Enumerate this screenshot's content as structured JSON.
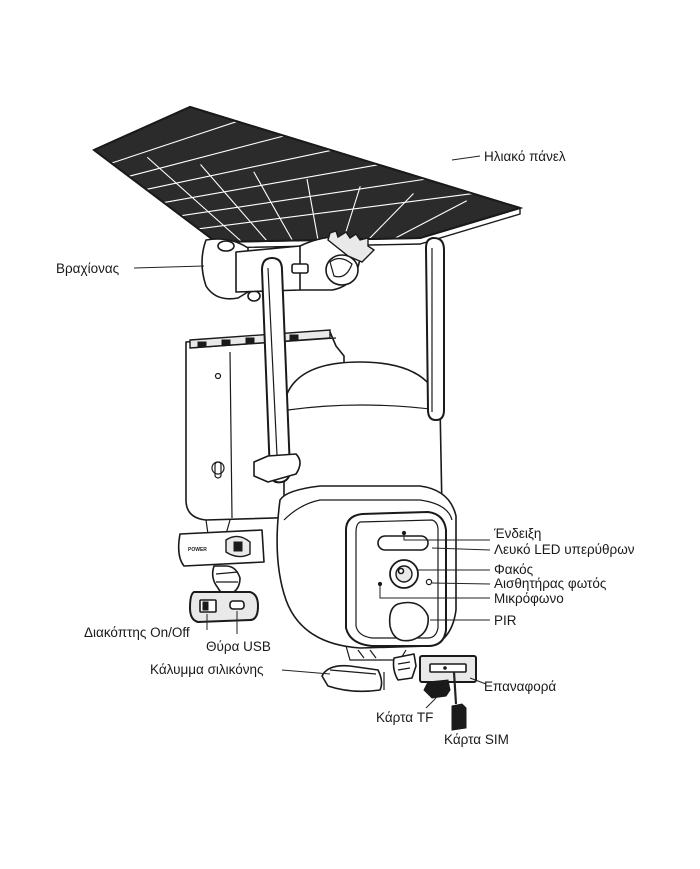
{
  "labels": {
    "solar_panel": "Ηλιακό πάνελ",
    "bracket": "Βραχίονας",
    "indicator": "Ένδειξη",
    "white_led": "Λευκό LED υπερύθρων",
    "lens": "Φακός",
    "light_sensor": "Αισθητήρας φωτός",
    "microphone": "Μικρόφωνο",
    "pir": "PIR",
    "on_off_switch": "Διακόπτης On/Off",
    "usb_port": "Θύρα USB",
    "silicone_cover": "Κάλυμμα σιλικόνης",
    "reset": "Επαναφορά",
    "tf_card": "Κάρτα TF",
    "sim_card": "Κάρτα SIM"
  },
  "device_marking": {
    "power": "POWER"
  },
  "icons": [
    "solar-panel-illustration",
    "camera-illustration",
    "tf-card-icon",
    "sim-card-icon"
  ]
}
